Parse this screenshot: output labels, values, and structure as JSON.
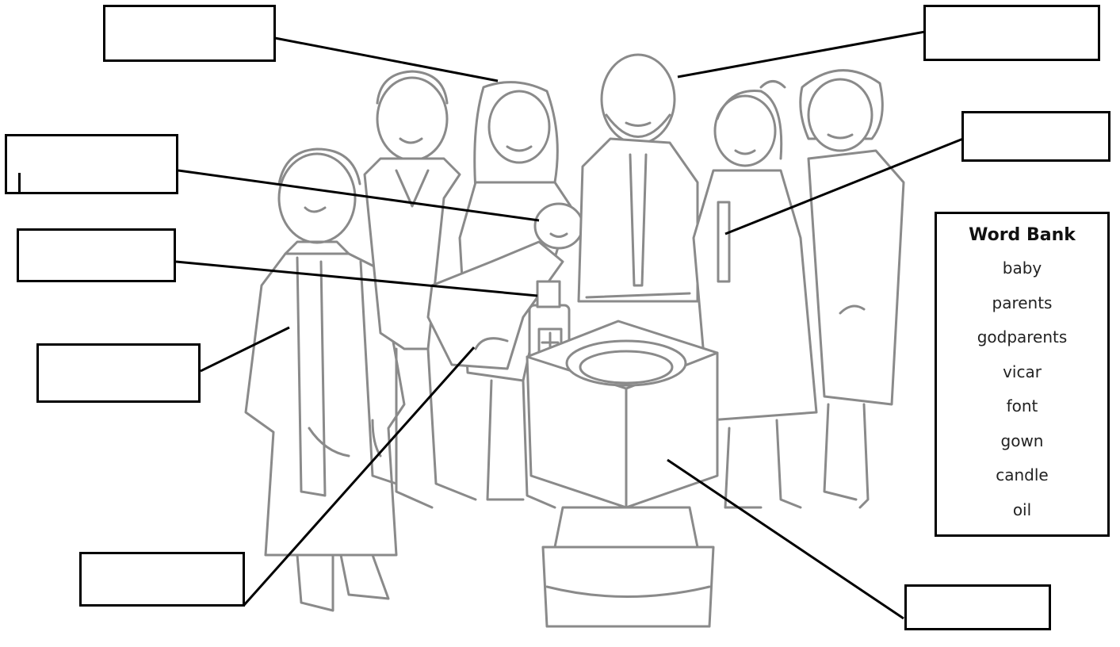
{
  "worksheet": {
    "label_boxes": [
      {
        "id": "box-top-left",
        "value": ""
      },
      {
        "id": "box-top-right",
        "value": ""
      },
      {
        "id": "box-mid-left",
        "value": ""
      },
      {
        "id": "box-right-upper",
        "value": ""
      },
      {
        "id": "box-left-upper",
        "value": ""
      },
      {
        "id": "box-left-lower",
        "value": ""
      },
      {
        "id": "box-bottom-left",
        "value": ""
      },
      {
        "id": "box-bottom-right",
        "value": ""
      }
    ],
    "word_bank": {
      "title": "Word Bank",
      "words": [
        "baby",
        "parents",
        "godparents",
        "vicar",
        "font",
        "gown",
        "candle",
        "oil"
      ]
    }
  },
  "colors": {
    "line_art": "#8a8a8a",
    "box_border": "#000000",
    "background": "#ffffff"
  }
}
